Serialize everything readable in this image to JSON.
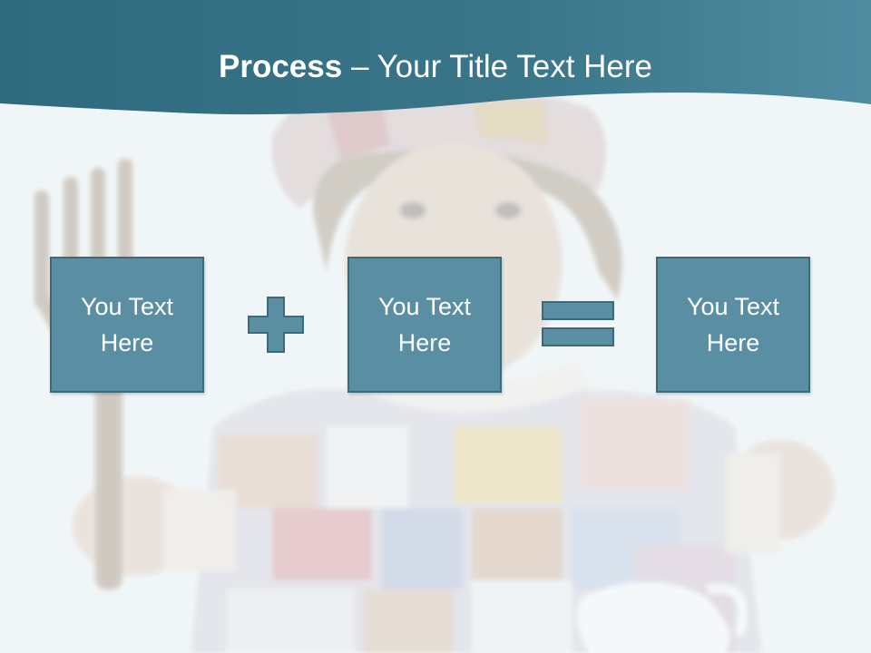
{
  "title": {
    "bold_part": "Process",
    "rest": " – Your Title Text Here"
  },
  "boxes": [
    {
      "text": "You Text Here"
    },
    {
      "text": "You Text Here"
    },
    {
      "text": "You Text Here"
    }
  ],
  "operators": [
    "plus-icon",
    "equals-icon"
  ],
  "colors": {
    "header": "#3f7b8f",
    "box_fill": "#5a8fa3",
    "box_border": "#3d6a7b",
    "background": "#f1f6f8",
    "text": "#ffffff"
  }
}
